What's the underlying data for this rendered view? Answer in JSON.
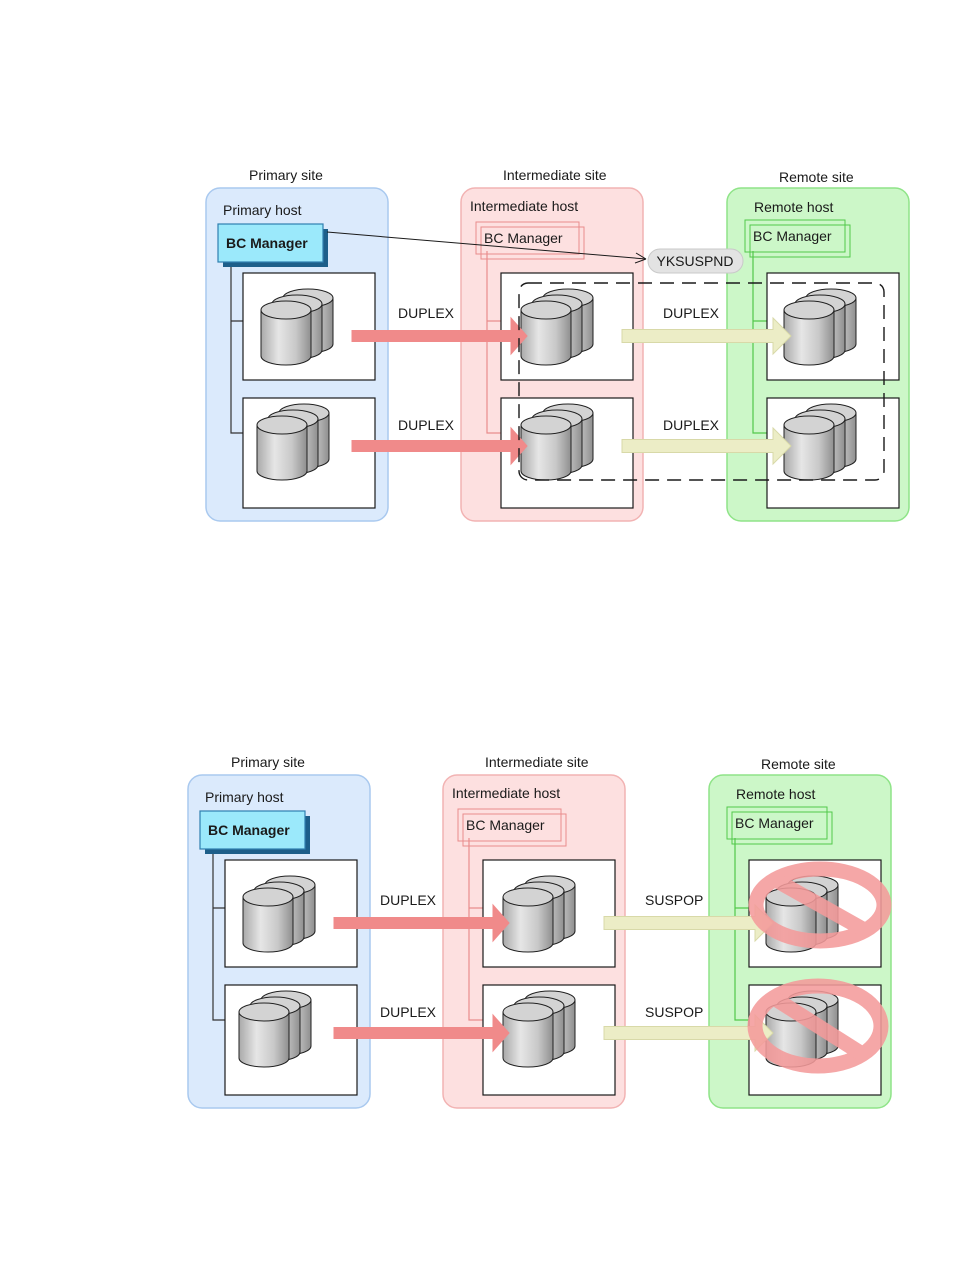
{
  "diagrams": [
    {
      "sites": {
        "primary": {
          "label": "Primary site",
          "host_label": "Primary host",
          "manager_label": "BC Manager"
        },
        "intermediate": {
          "label": "Intermediate site",
          "host_label": "Intermediate host",
          "manager_label": "BC Manager"
        },
        "remote": {
          "label": "Remote site",
          "host_label": "Remote host",
          "manager_label": "BC Manager"
        }
      },
      "command_label": "YKSUSPND",
      "links": [
        {
          "label": "DUPLEX",
          "kind": "primary-to-intermediate"
        },
        {
          "label": "DUPLEX",
          "kind": "primary-to-intermediate"
        },
        {
          "label": "DUPLEX",
          "kind": "intermediate-to-remote"
        },
        {
          "label": "DUPLEX",
          "kind": "intermediate-to-remote"
        }
      ],
      "remote_disabled": false
    },
    {
      "sites": {
        "primary": {
          "label": "Primary site",
          "host_label": "Primary host",
          "manager_label": "BC Manager"
        },
        "intermediate": {
          "label": "Intermediate site",
          "host_label": "Intermediate host",
          "manager_label": "BC Manager"
        },
        "remote": {
          "label": "Remote site",
          "host_label": "Remote host",
          "manager_label": "BC Manager"
        }
      },
      "command_label": "",
      "links": [
        {
          "label": "DUPLEX",
          "kind": "primary-to-intermediate"
        },
        {
          "label": "DUPLEX",
          "kind": "primary-to-intermediate"
        },
        {
          "label": "SUSPOP",
          "kind": "intermediate-to-remote"
        },
        {
          "label": "SUSPOP",
          "kind": "intermediate-to-remote"
        }
      ],
      "remote_disabled": true
    }
  ],
  "colors": {
    "primary_fill": "#dbeafc",
    "primary_stroke": "#a9c9ef",
    "intermediate_fill": "#fde0e0",
    "intermediate_stroke": "#f2b3b3",
    "remote_fill": "#ccf7c8",
    "remote_stroke": "#8fe488",
    "red_arrow": "#f08a8a",
    "yellow_arrow": "#ecedc6",
    "manager_active_fill": "#9be9fb",
    "manager_active_stroke": "#2f7fb0",
    "no_symbol": "#f49b9b"
  },
  "icons": [
    "disk-stack-icon",
    "prohibited-icon"
  ]
}
